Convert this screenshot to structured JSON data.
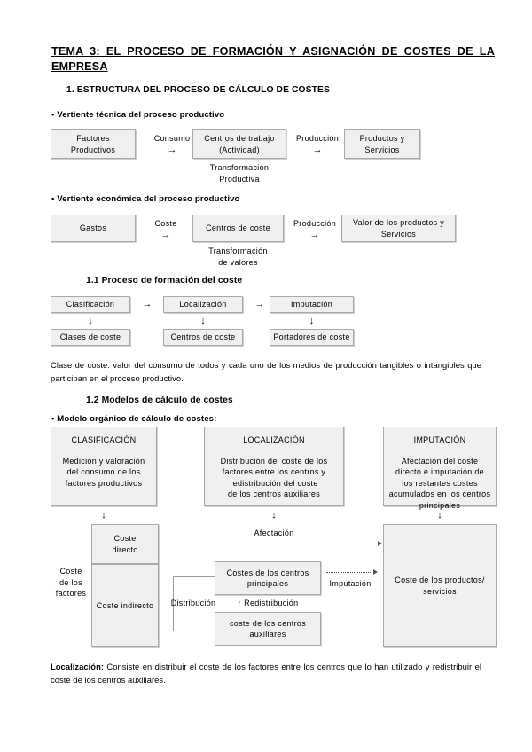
{
  "document": {
    "title": "TEMA  3: EL PROCESO DE FORMACIÓN Y ASIGNACIÓN DE COSTES DE LA EMPRESA",
    "section_1": "1.  ESTRUCTURA DEL PROCESO DE CÁLCULO DE COSTES"
  },
  "technical": {
    "heading": "• Vertiente técnica del proceso productivo",
    "box1": "Factores\nProductivos",
    "link1": "Consumo",
    "link1_arrow": "→",
    "box2": "Centros de trabajo\n(Actividad)",
    "box2_caption": "Transformación\nProductiva",
    "link2": "Producción",
    "link2_arrow": "→",
    "box3": "Productos y\nServicios"
  },
  "economic": {
    "heading": "• Vertiente económica del proceso productivo",
    "box1": "Gastos",
    "link1": "Coste",
    "link1_arrow": "→",
    "box2": "Centros de coste",
    "box2_caption": "Transformación\nde valores",
    "link2": "Producción",
    "link2_arrow": "→",
    "box3": "Valor de los productos y\nServicios"
  },
  "formation": {
    "heading": "1.1 Proceso de formación del coste",
    "top_row": [
      "Clasificación",
      "Localización",
      "Imputación"
    ],
    "bottom_row": [
      "Clases de coste",
      "Centros de coste",
      "Portadores de coste"
    ],
    "h_arrow": "→",
    "v_arrow": "↓",
    "note": "Clase de coste: valor del consumo de todos y cada uno de los medios de producción tangibles o intangibles que participan en el proceso productivo."
  },
  "models": {
    "heading": "1.2 Modelos de cálculo de costes",
    "bullet": "• Modelo orgánico de cálculo de costes:"
  },
  "organic": {
    "col1": {
      "title": "CLASIFICACIÓN",
      "body": "Medición y valoración\ndel consumo de los\nfactores productivos"
    },
    "col2": {
      "title": "LOCALIZACIÓN",
      "body": "Distribución del coste de los\nfactores entre los centros y\nredistribución del coste\nde los centros auxiliares"
    },
    "col3": {
      "title": "IMPUTACIÓN",
      "body": "Afectación del coste\ndirecto e  imputación de\nlos restantes costes\nacumulados en los centros\nprincipales"
    },
    "down_arrow": "↓",
    "left_label": "Coste\nde los\nfactores",
    "coste_directo": "Coste\ndirecto",
    "coste_indirecto": "Coste indirecto",
    "afectacion": "Afectación",
    "centros_principales": "Costes de los centros\nprincipales",
    "centros_auxiliares": "coste de los centros\nauxiliares",
    "imputacion": "Imputación",
    "distribucion": "Distribución",
    "redistribucion": "↑ Redistribución",
    "productos": "Coste de los productos/\nservicios"
  },
  "footer": {
    "term": "Localización:",
    "text": " Consiste en distribuir el coste de los factores entre los centros que lo han utilizado y redistribuir el coste de los centros auxiliares."
  },
  "colors": {
    "box_fill": "#f0f0f0",
    "box_border": "#a8a8a8",
    "text": "#000000",
    "connector": "#555555"
  }
}
